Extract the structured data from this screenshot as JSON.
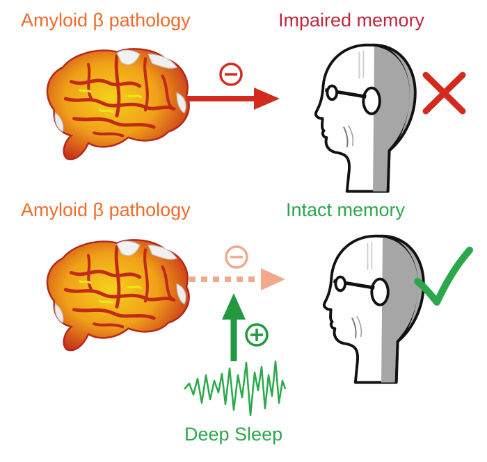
{
  "top_row": {
    "cause_label": "Amyloid β pathology",
    "outcome_label": "Impaired memory",
    "arrow_sign": "⊖",
    "outcome_mark": "cross"
  },
  "bottom_row": {
    "cause_label": "Amyloid β pathology",
    "outcome_label": "Intact memory",
    "arrow_sign": "⊖",
    "boost_sign": "⊕",
    "modifier_label": "Deep Sleep",
    "outcome_mark": "check"
  },
  "colors": {
    "amyloid_label": "#f06a2a",
    "impaired": "#c0273a",
    "intact": "#2aa84a",
    "faded_arrow": "#f2a88a",
    "red_arrow": "#d42a1e",
    "green_arrow": "#22993f"
  }
}
